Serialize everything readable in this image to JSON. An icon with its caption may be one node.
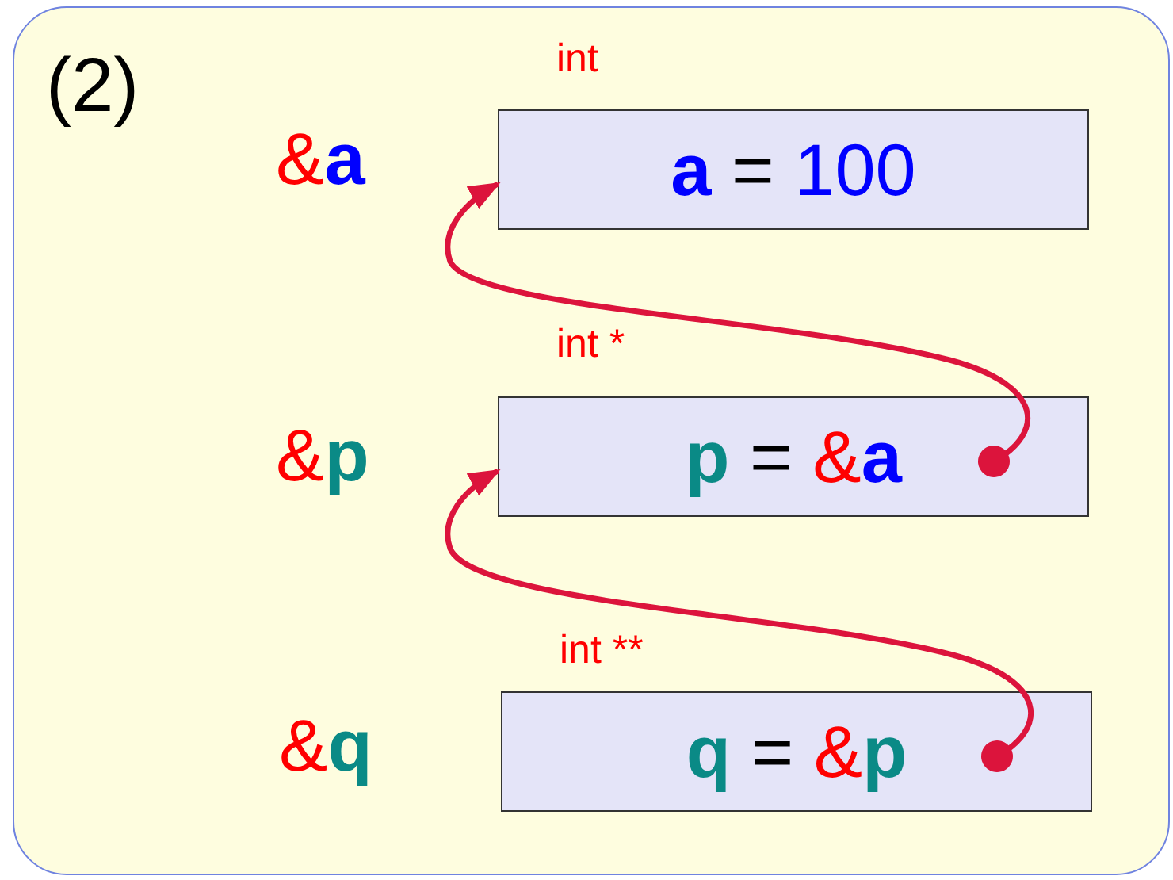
{
  "diagram": {
    "nodes": [
      {
        "text": [
          "(2)"
        ]
      },
      {
        "text": [
          "a = 100"
        ],
        "beside": [
          "int",
          "&a"
        ],
        "in": 0
      },
      {
        "text": [
          "p = &a"
        ],
        "beside": [
          "int *",
          "&p"
        ],
        "in": 0
      },
      {
        "text": [
          "q = &p"
        ],
        "beside": [
          "int **",
          "&q"
        ],
        "in": 0
      }
    ],
    "edges": [
      {
        "from": 2,
        "to": 1,
        "arrow": "to",
        "color": "#dc143c"
      },
      {
        "from": 3,
        "to": 2,
        "arrow": "to",
        "color": "#dc143c"
      }
    ]
  }
}
